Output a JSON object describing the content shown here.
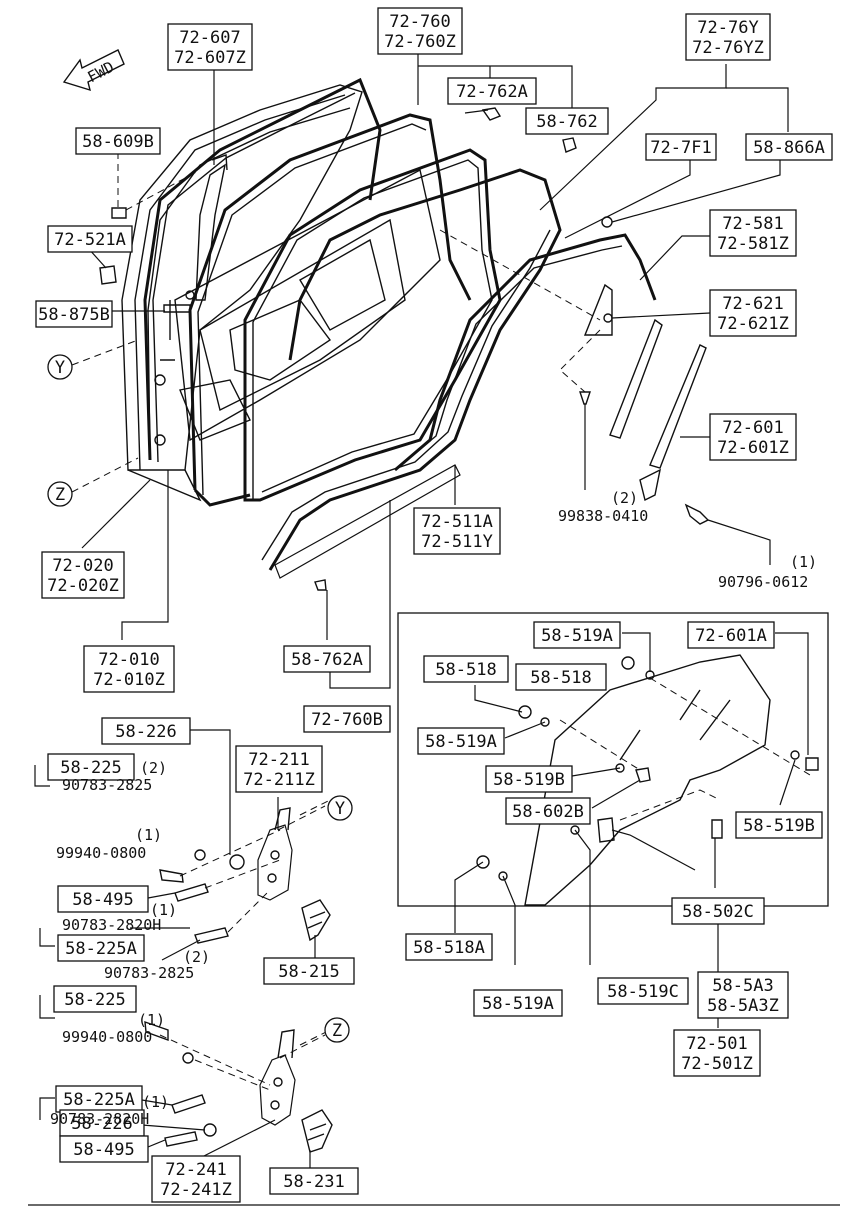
{
  "fwd_label": "FWD",
  "callouts": {
    "y1": "Y",
    "y2": "Y",
    "z1": "Z",
    "z2": "Z"
  },
  "labels": {
    "c_72_760": [
      "72-760",
      "72-760Z"
    ],
    "c_72_607": [
      "72-607",
      "72-607Z"
    ],
    "c_72_76Y": [
      "72-76Y",
      "72-76YZ"
    ],
    "c_72_762A": [
      "72-762A"
    ],
    "c_58_762": [
      "58-762"
    ],
    "c_72_7F1": [
      "72-7F1"
    ],
    "c_58_866A": [
      "58-866A"
    ],
    "c_58_609B": [
      "58-609B"
    ],
    "c_72_521A": [
      "72-521A"
    ],
    "c_58_875B": [
      "58-875B"
    ],
    "c_72_581": [
      "72-581",
      "72-581Z"
    ],
    "c_72_621": [
      "72-621",
      "72-621Z"
    ],
    "c_72_601": [
      "72-601",
      "72-601Z"
    ],
    "c_72_020": [
      "72-020",
      "72-020Z"
    ],
    "c_72_010": [
      "72-010",
      "72-010Z"
    ],
    "c_72_511A": [
      "72-511A",
      "72-511Y"
    ],
    "c_58_762A": [
      "58-762A"
    ],
    "c_72_760B": [
      "72-760B"
    ],
    "c_58_519A_top": [
      "58-519A"
    ],
    "c_72_601A": [
      "72-601A"
    ],
    "c_58_518_a": [
      "58-518"
    ],
    "c_58_518_b": [
      "58-518"
    ],
    "c_58_519A_mid": [
      "58-519A"
    ],
    "c_58_519B_l": [
      "58-519B"
    ],
    "c_58_602B": [
      "58-602B"
    ],
    "c_58_519B_r": [
      "58-519B"
    ],
    "c_58_502C": [
      "58-502C"
    ],
    "c_58_5A3": [
      "58-5A3",
      "58-5A3Z"
    ],
    "c_58_518A": [
      "58-518A"
    ],
    "c_58_519C": [
      "58-519C"
    ],
    "c_58_519A_bot": [
      "58-519A"
    ],
    "c_72_501": [
      "72-501",
      "72-501Z"
    ],
    "c_58_226_top": [
      "58-226"
    ],
    "c_72_211": [
      "72-211",
      "72-211Z"
    ],
    "c_58_225_top": [
      "58-225"
    ],
    "c_58_495_top": [
      "58-495"
    ],
    "c_58_225A_top": [
      "58-225A"
    ],
    "c_58_215": [
      "58-215"
    ],
    "c_58_225_bot": [
      "58-225"
    ],
    "c_58_225A_bot": [
      "58-225A"
    ],
    "c_58_226_bot": [
      "58-226"
    ],
    "c_58_495_bot": [
      "58-495"
    ],
    "c_72_241": [
      "72-241",
      "72-241Z"
    ],
    "c_58_231": [
      "58-231"
    ]
  },
  "plain_text": {
    "t_99838": "99838-0410",
    "q_99838": "(2)",
    "t_90796": "90796-0612",
    "q_90796": "(1)",
    "t_90783_2825_top": "90783-2825",
    "q_90783_2825_top": "(2)",
    "t_99940_top": "99940-0800",
    "q_99940_top": "(1)",
    "t_90783_2820_top": "90783-2820H",
    "q_90783_2820_top": "(1)",
    "t_90783_2825_bot": "90783-2825",
    "q_90783_2825_bot": "(2)",
    "t_99940_bot": "99940-0800",
    "q_99940_bot": "(1)",
    "t_90783_2820_bot": "90783-2820H",
    "q_90783_2820_bot": "(1)"
  }
}
